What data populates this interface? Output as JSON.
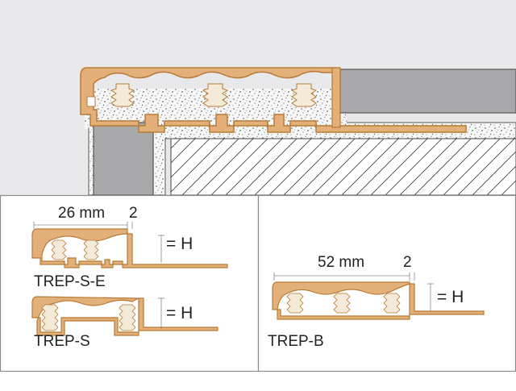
{
  "colors": {
    "profile_fill": "#e4b07a",
    "profile_stroke": "#b77a35",
    "insert_fill": "#f4ead8",
    "grey_block": "#a9a9ab",
    "background": "#e9e9eb",
    "panel_border": "#8a8a8a",
    "text": "#222222"
  },
  "panels": [
    {
      "dimension_label": "26 mm",
      "gap_label": "2",
      "height_label": "= H",
      "name": "TREP-S-E"
    },
    {
      "height_label": "= H",
      "name": "TREP-S"
    },
    {
      "dimension_label": "52 mm",
      "gap_label": "2",
      "height_label": "= H",
      "name": "TREP-B"
    }
  ]
}
